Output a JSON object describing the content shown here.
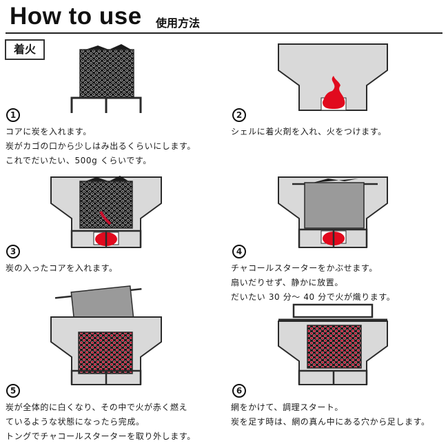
{
  "header": {
    "title": "How to use",
    "subtitle": "使用方法",
    "section_label": "着火"
  },
  "steps": [
    {
      "number": "1",
      "lines": [
        "コアに炭を入れます。",
        "炭がカゴの口から少しはみ出るくらいにします。",
        "これでだいたい、500g くらいです。"
      ]
    },
    {
      "number": "2",
      "lines": [
        "シェルに着火剤を入れ、火をつけます。"
      ]
    },
    {
      "number": "3",
      "lines": [
        "炭の入ったコアを入れます。"
      ]
    },
    {
      "number": "4",
      "lines": [
        "チャコールスターターをかぶせます。",
        "扇いだりせず、静かに放置。",
        "だいたい 30 分～ 40 分で火が熾ります。"
      ]
    },
    {
      "number": "5",
      "lines": [
        "炭が全体的に白くなり、その中で火が赤く燃え",
        "ているような状態になったら完成。",
        "トングでチャコールスターターを取り外します。"
      ]
    },
    {
      "number": "6",
      "lines": [
        "網をかけて、調理スタート。",
        "炭を足す時は、網の真ん中にある穴から足します。"
      ]
    }
  ],
  "colors": {
    "shell_fill": "#d9d9d9",
    "outline": "#2b2b2b",
    "charcoal": "#1b1b1b",
    "ember_red": "#c8102e",
    "flame_red": "#e10a1e",
    "starter_gray": "#9a9a9a"
  },
  "icons": [
    "charcoal-core-illustration",
    "flame-icon",
    "charcoal-starter-illustration",
    "grill-grate-illustration"
  ]
}
